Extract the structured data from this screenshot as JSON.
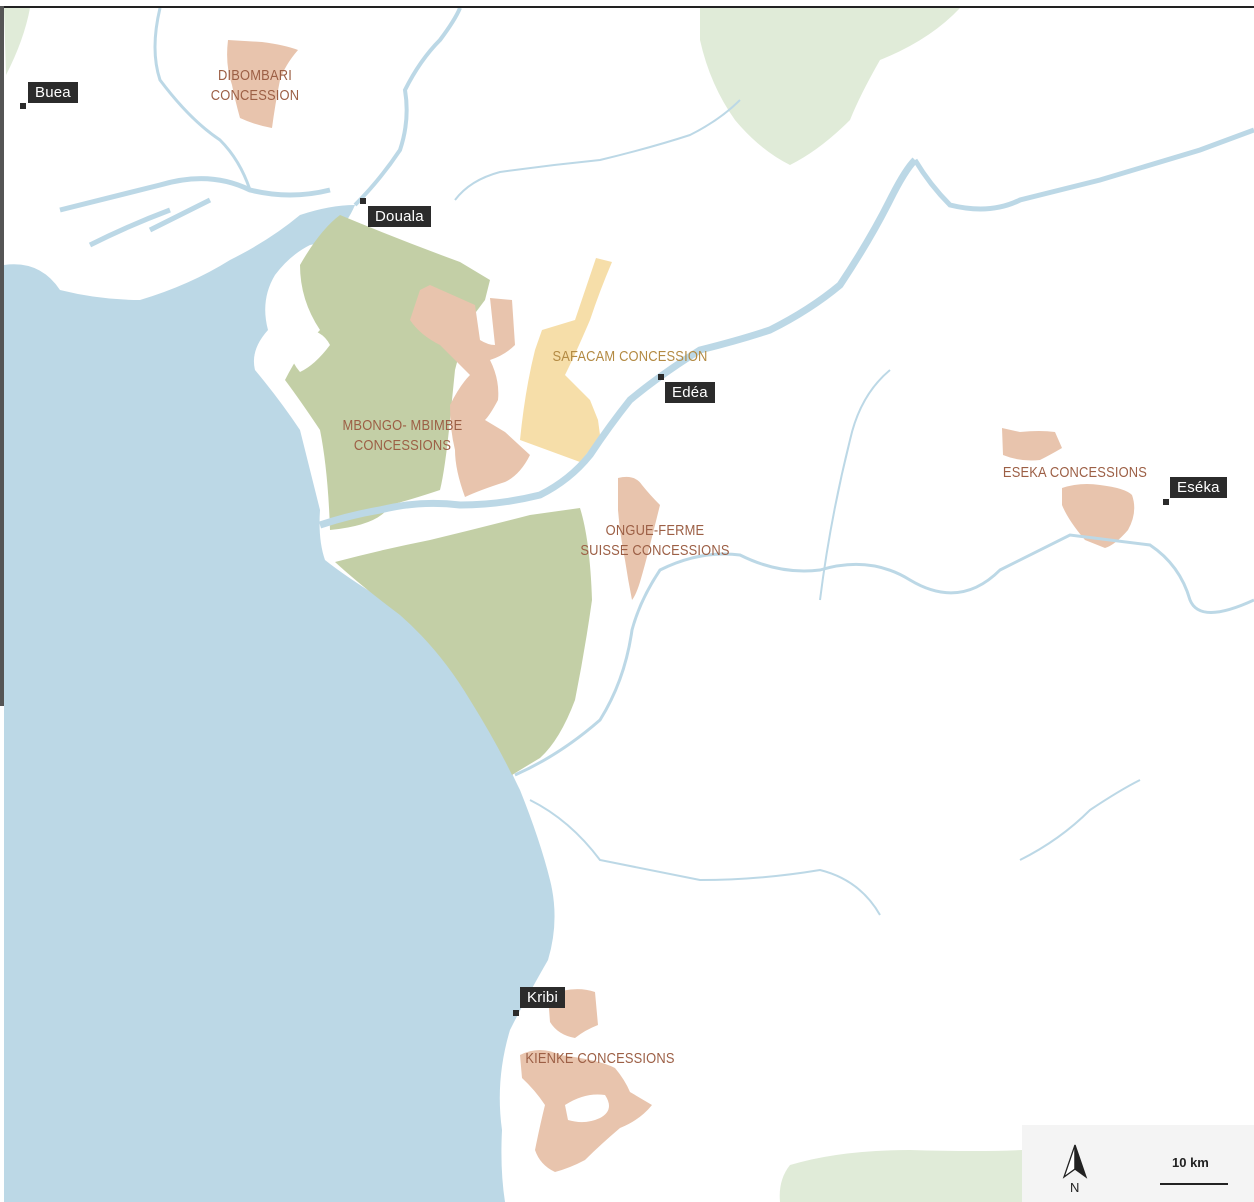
{
  "map": {
    "colors": {
      "sea": "#bcd8e6",
      "river": "#bcd8e6",
      "land": "#ffffff",
      "protected_area": "#c3cfa6",
      "forest": "#e0ebd8",
      "concession": "#e8c4ad",
      "safacam": "#f6dea9"
    },
    "cities": [
      {
        "id": "buea",
        "name": "Buea"
      },
      {
        "id": "douala",
        "name": "Douala"
      },
      {
        "id": "edea",
        "name": "Edéa"
      },
      {
        "id": "eseka",
        "name": "Eséka"
      },
      {
        "id": "kribi",
        "name": "Kribi"
      }
    ],
    "concessions": {
      "dibombari": "DIBOMBARI\nCONCESSION",
      "mbongo": "MBONGO- MBIMBE\nCONCESSIONS",
      "safacam": "SAFACAM CONCESSION",
      "ongue": "ONGUE-FERME\nSUISSE CONCESSIONS",
      "eseka": "ESEKA CONCESSIONS",
      "kienke": "KIENKE CONCESSIONS"
    },
    "legend": {
      "north_label": "N",
      "scale_label": "10 km"
    }
  }
}
